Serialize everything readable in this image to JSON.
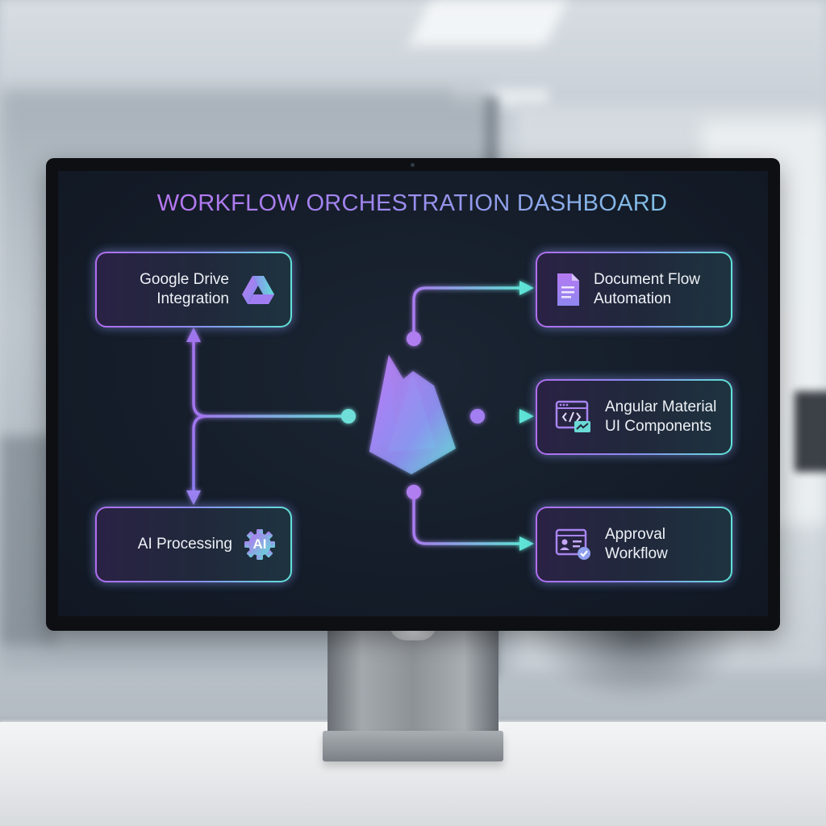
{
  "dashboard": {
    "title": "WORKFLOW ORCHESTRATION DASHBOARD",
    "nodes": {
      "google_drive": {
        "line1": "Google Drive",
        "line2": "Integration",
        "icon": "google-drive-icon"
      },
      "ai_processing": {
        "line1": "AI Processing",
        "badge": "AI",
        "icon": "ai-chip-icon"
      },
      "document_flow": {
        "line1": "Document Flow",
        "line2": "Automation",
        "icon": "document-icon"
      },
      "angular_material": {
        "line1": "Angular Material",
        "line2": "UI Components",
        "icon": "code-window-icon"
      },
      "approval": {
        "line1": "Approval",
        "line2": "Workflow",
        "icon": "approval-check-icon"
      }
    },
    "hub_icon": "firebase-flame-icon",
    "colors": {
      "accent_purple": "#b06ef0",
      "accent_teal": "#5fe3d6",
      "screen_bg": "#151d2a"
    }
  }
}
